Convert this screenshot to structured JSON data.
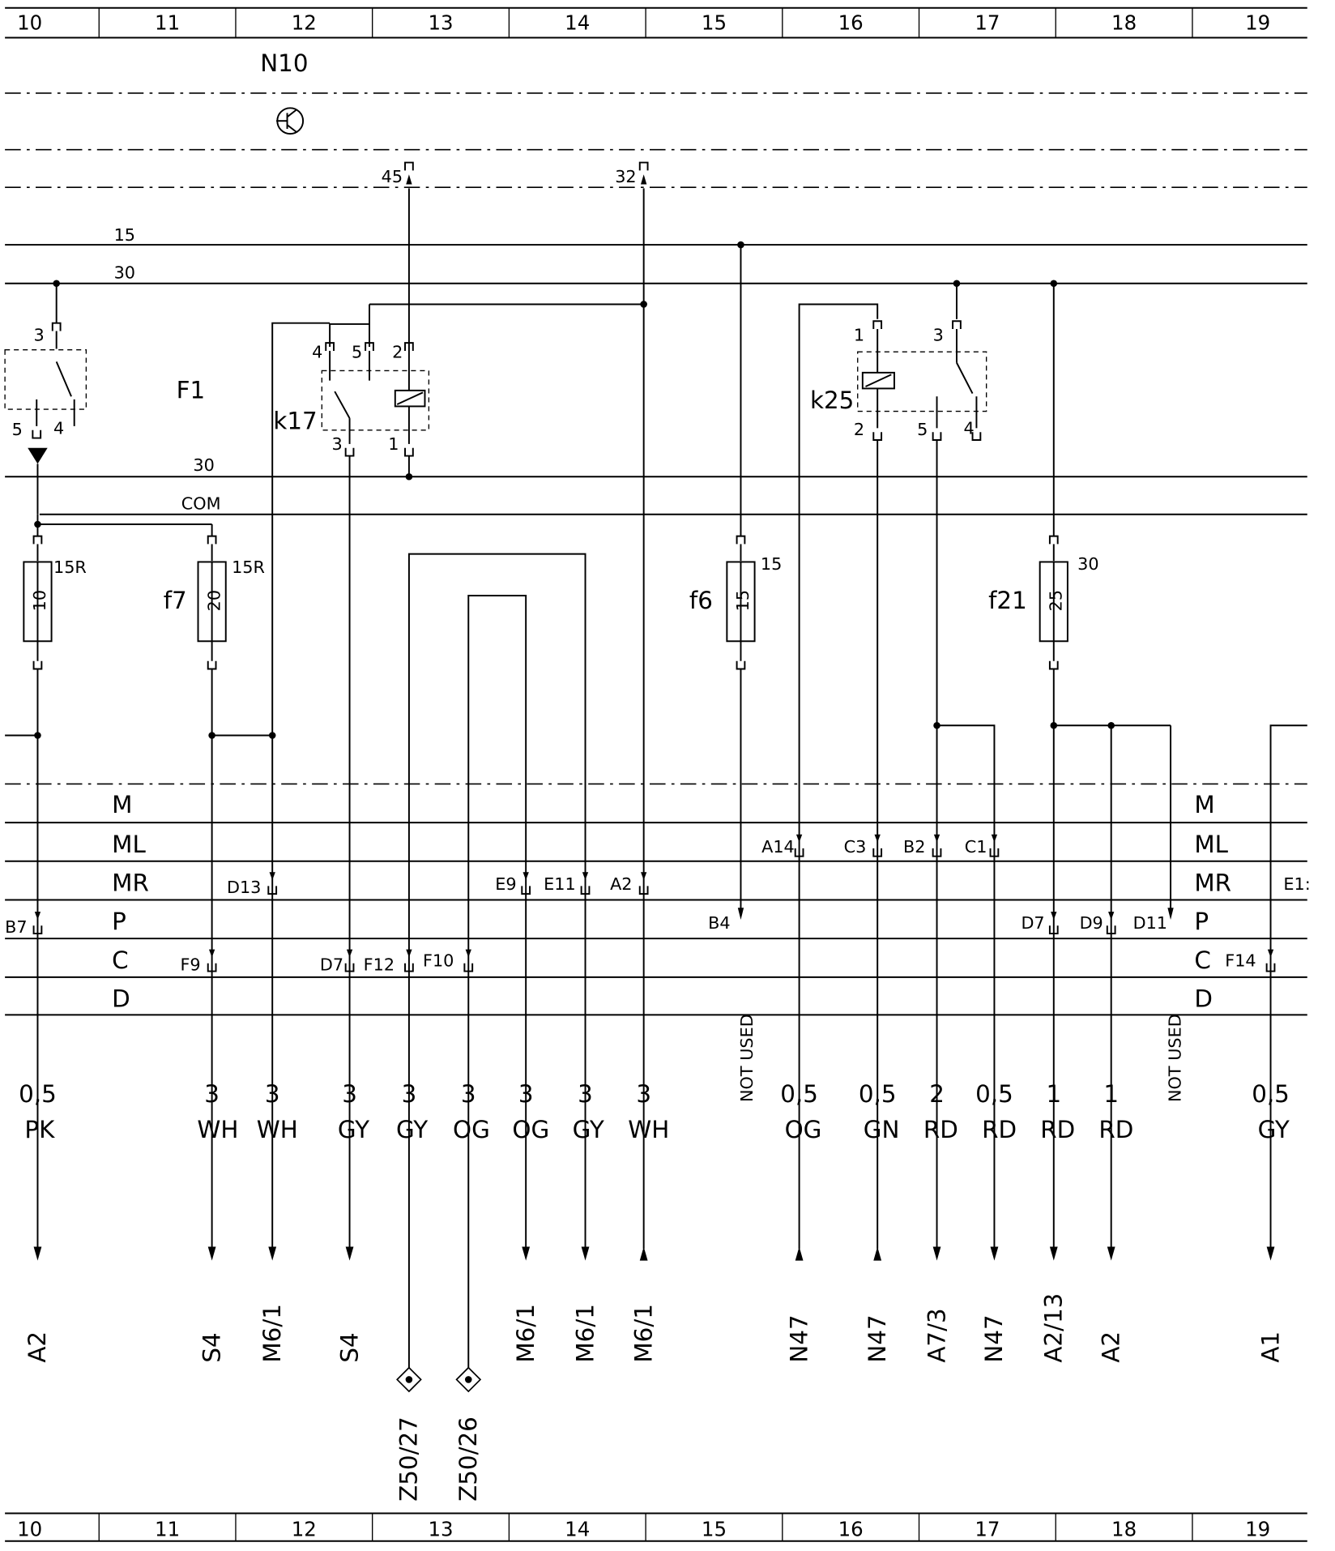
{
  "grid_columns": [
    "10",
    "11",
    "12",
    "13",
    "14",
    "15",
    "16",
    "17",
    "18",
    "19"
  ],
  "module": {
    "name": "N10"
  },
  "rails": {
    "r15": "15",
    "r30": "30",
    "r30b": "30",
    "com": "COM"
  },
  "harness": {
    "rows_left": [
      "M",
      "ML",
      "MR",
      "P",
      "C",
      "D"
    ],
    "rows_right": [
      "M",
      "ML",
      "MR",
      "P",
      "C",
      "D"
    ]
  },
  "relays": {
    "f1": {
      "label": "F1",
      "pins": [
        "3",
        "5",
        "4"
      ]
    },
    "k17": {
      "label": "k17",
      "pins": [
        "4",
        "5",
        "2",
        "3",
        "1"
      ]
    },
    "k25": {
      "label": "k25",
      "pins": [
        "1",
        "3",
        "2",
        "5",
        "4"
      ]
    }
  },
  "module_pins": [
    "45",
    "32"
  ],
  "fuses": [
    {
      "name": "",
      "value": "10",
      "rating": "15R"
    },
    {
      "name": "f7",
      "value": "20",
      "rating": "15R"
    },
    {
      "name": "f6",
      "value": "15",
      "rating": "15"
    },
    {
      "name": "f21",
      "value": "25",
      "rating": "30"
    }
  ],
  "connectors": [
    "B7",
    "F9",
    "D13",
    "D7",
    "F12",
    "F10",
    "E9",
    "E11",
    "A2",
    "B4",
    "A14",
    "C3",
    "B2",
    "C1",
    "D7",
    "D9",
    "D11",
    "F14",
    "E1:"
  ],
  "not_used": [
    "NOT USED",
    "NOT USED"
  ],
  "wires": [
    {
      "size": "0,5",
      "color": "PK",
      "dest": "A2"
    },
    {
      "size": "3",
      "color": "WH",
      "dest": "S4"
    },
    {
      "size": "3",
      "color": "WH",
      "dest": "M6/1"
    },
    {
      "size": "3",
      "color": "GY",
      "dest": "S4"
    },
    {
      "size": "3",
      "color": "GY",
      "dest": "Z50/27"
    },
    {
      "size": "3",
      "color": "OG",
      "dest": "Z50/26"
    },
    {
      "size": "3",
      "color": "OG",
      "dest": "M6/1"
    },
    {
      "size": "3",
      "color": "GY",
      "dest": "M6/1"
    },
    {
      "size": "3",
      "color": "WH",
      "dest": "M6/1"
    },
    {
      "size": "0,5",
      "color": "OG",
      "dest": "N47"
    },
    {
      "size": "0,5",
      "color": "GN",
      "dest": "N47"
    },
    {
      "size": "2",
      "color": "RD",
      "dest": "A7/3"
    },
    {
      "size": "0,5",
      "color": "RD",
      "dest": "N47"
    },
    {
      "size": "1",
      "color": "RD",
      "dest": "A2/13"
    },
    {
      "size": "1",
      "color": "RD",
      "dest": "A2"
    },
    {
      "size": "0,5",
      "color": "GY",
      "dest": "A1"
    }
  ]
}
